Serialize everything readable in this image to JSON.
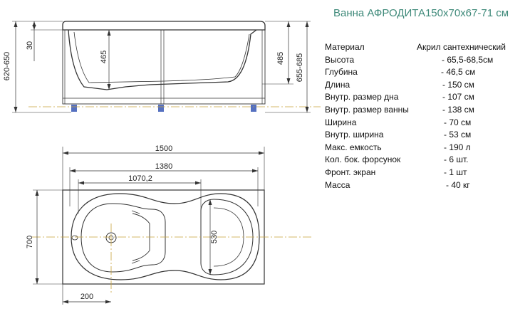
{
  "title": "Ванна   АФРОДИТА150х70х67-71 см",
  "specs": [
    {
      "label": "Материал",
      "value": "Акрил сантехнический"
    },
    {
      "label": "Высота",
      "value": "- 65,5-68,5см"
    },
    {
      "label": "Глубина",
      "value": "- 46,5 см"
    },
    {
      "label": "Длина",
      "value": "- 150 см"
    },
    {
      "label": "Внутр. размер дна",
      "value": "- 107 см"
    },
    {
      "label": "Внутр. размер ванны",
      "value": "- 138 см"
    },
    {
      "label": "Ширина",
      "value": "- 70 см"
    },
    {
      "label": "Внутр. ширина",
      "value": "- 53 см"
    },
    {
      "label": "Макс. емкость",
      "value": "- 190 л"
    },
    {
      "label": "Кол. бок. форсунок",
      "value": "- 6 шт."
    },
    {
      "label": "Фронт. экран",
      "value": "- 1 шт"
    },
    {
      "label": "Масса",
      "value": "- 40 кг"
    }
  ],
  "dimensions": {
    "side": {
      "height_total": "620-650",
      "rim": "30",
      "depth": "465",
      "inner": "485",
      "height_outer": "655-685"
    },
    "top": {
      "length": "1500",
      "inner_length": "1380",
      "bottom_length": "1070,2",
      "width": "700",
      "inner_width": "530",
      "drain_offset": "200"
    }
  }
}
